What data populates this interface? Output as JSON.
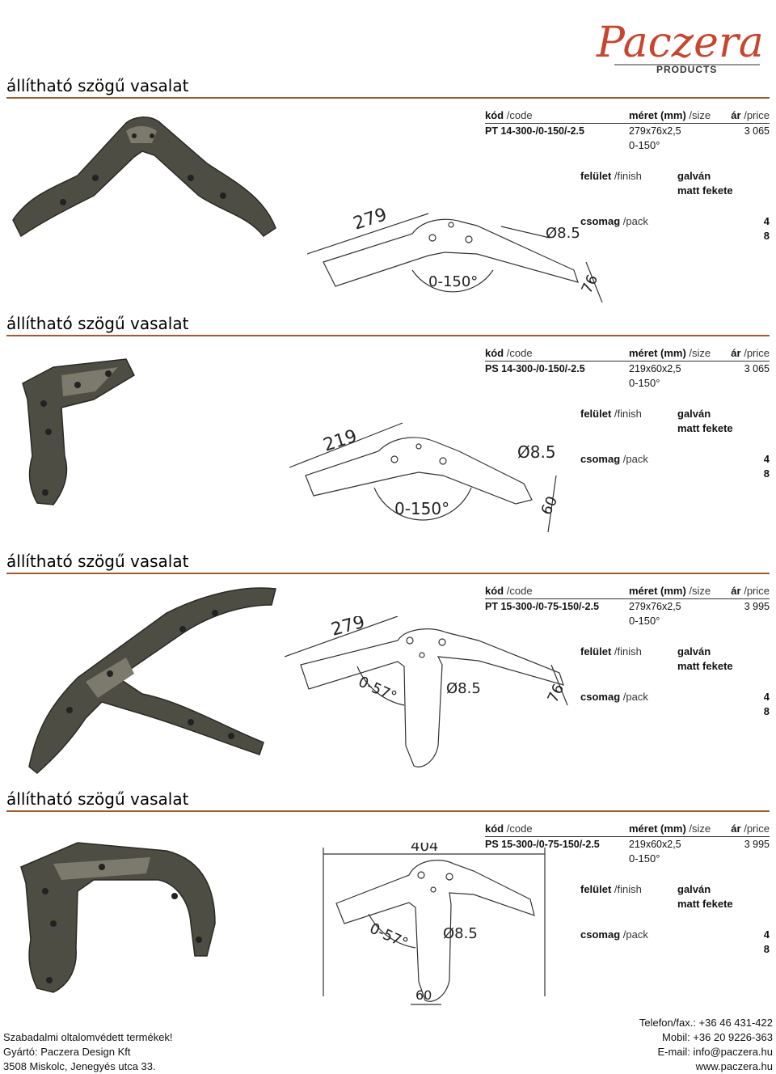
{
  "brand": {
    "logo_text": "Paczera",
    "logo_subtext": "PRODUCTS",
    "accent": "#c8452f"
  },
  "headers": {
    "code_label": "kód",
    "code_en": "/code",
    "size_label": "méret (mm)",
    "size_en": "/size",
    "price_label": "ár",
    "price_en": "/price",
    "finish_label": "felület",
    "finish_en": "/finish",
    "pack_label": "csomag",
    "pack_en": "/pack"
  },
  "products": [
    {
      "title": "állítható szögű vasalat",
      "code": "PT 14-300-/0-150/-2.5",
      "size": "279x76x2,5",
      "angle": "0-150°",
      "price": "3 065",
      "finish_1": "galván",
      "finish_2": "matt fekete",
      "pack_1": "4",
      "pack_2": "8",
      "dims": {
        "length": "279",
        "hole": "Ø8.5",
        "angle": "0-150°",
        "width": "76"
      }
    },
    {
      "title": "állítható szögű vasalat",
      "code": "PS 14-300-/0-150/-2.5",
      "size": "219x60x2,5",
      "angle": "0-150°",
      "price": "3 065",
      "finish_1": "galván",
      "finish_2": "matt fekete",
      "pack_1": "4",
      "pack_2": "8",
      "dims": {
        "length": "219",
        "hole": "Ø8.5",
        "angle": "0-150°",
        "width": "60"
      }
    },
    {
      "title": "állítható szögű vasalat",
      "code": "PT 15-300-/0-75-150/-2.5",
      "size": "279x76x2,5",
      "angle": "0-150°",
      "price": "3 995",
      "finish_1": "galván",
      "finish_2": "matt fekete",
      "pack_1": "4",
      "pack_2": "8",
      "dims": {
        "length": "279",
        "hole": "Ø8.5",
        "angle": "0-57°",
        "width": "76"
      }
    },
    {
      "title": "állítható szögű vasalat",
      "code": "PS 15-300-/0-75-150/-2.5",
      "size": "219x60x2,5",
      "angle": "0-150°",
      "price": "3 995",
      "finish_1": "galván",
      "finish_2": "matt fekete",
      "pack_1": "4",
      "pack_2": "8",
      "dims": {
        "length": "404",
        "hole": "Ø8.5",
        "angle": "0-57°",
        "width": "60"
      }
    }
  ],
  "footer": {
    "left_1": "Szabadalmi oltalomvédett termékek!",
    "left_2": "Gyártó: Paczera Design Kft",
    "left_3": "3508 Miskolc, Jenegyés utca 33.",
    "right_1": "Telefon/fax.: +36 46 431-422",
    "right_2": "Mobil: +36 20 9226-363",
    "right_3": "E-mail: info@paczera.hu",
    "right_4": "www.paczera.hu"
  }
}
